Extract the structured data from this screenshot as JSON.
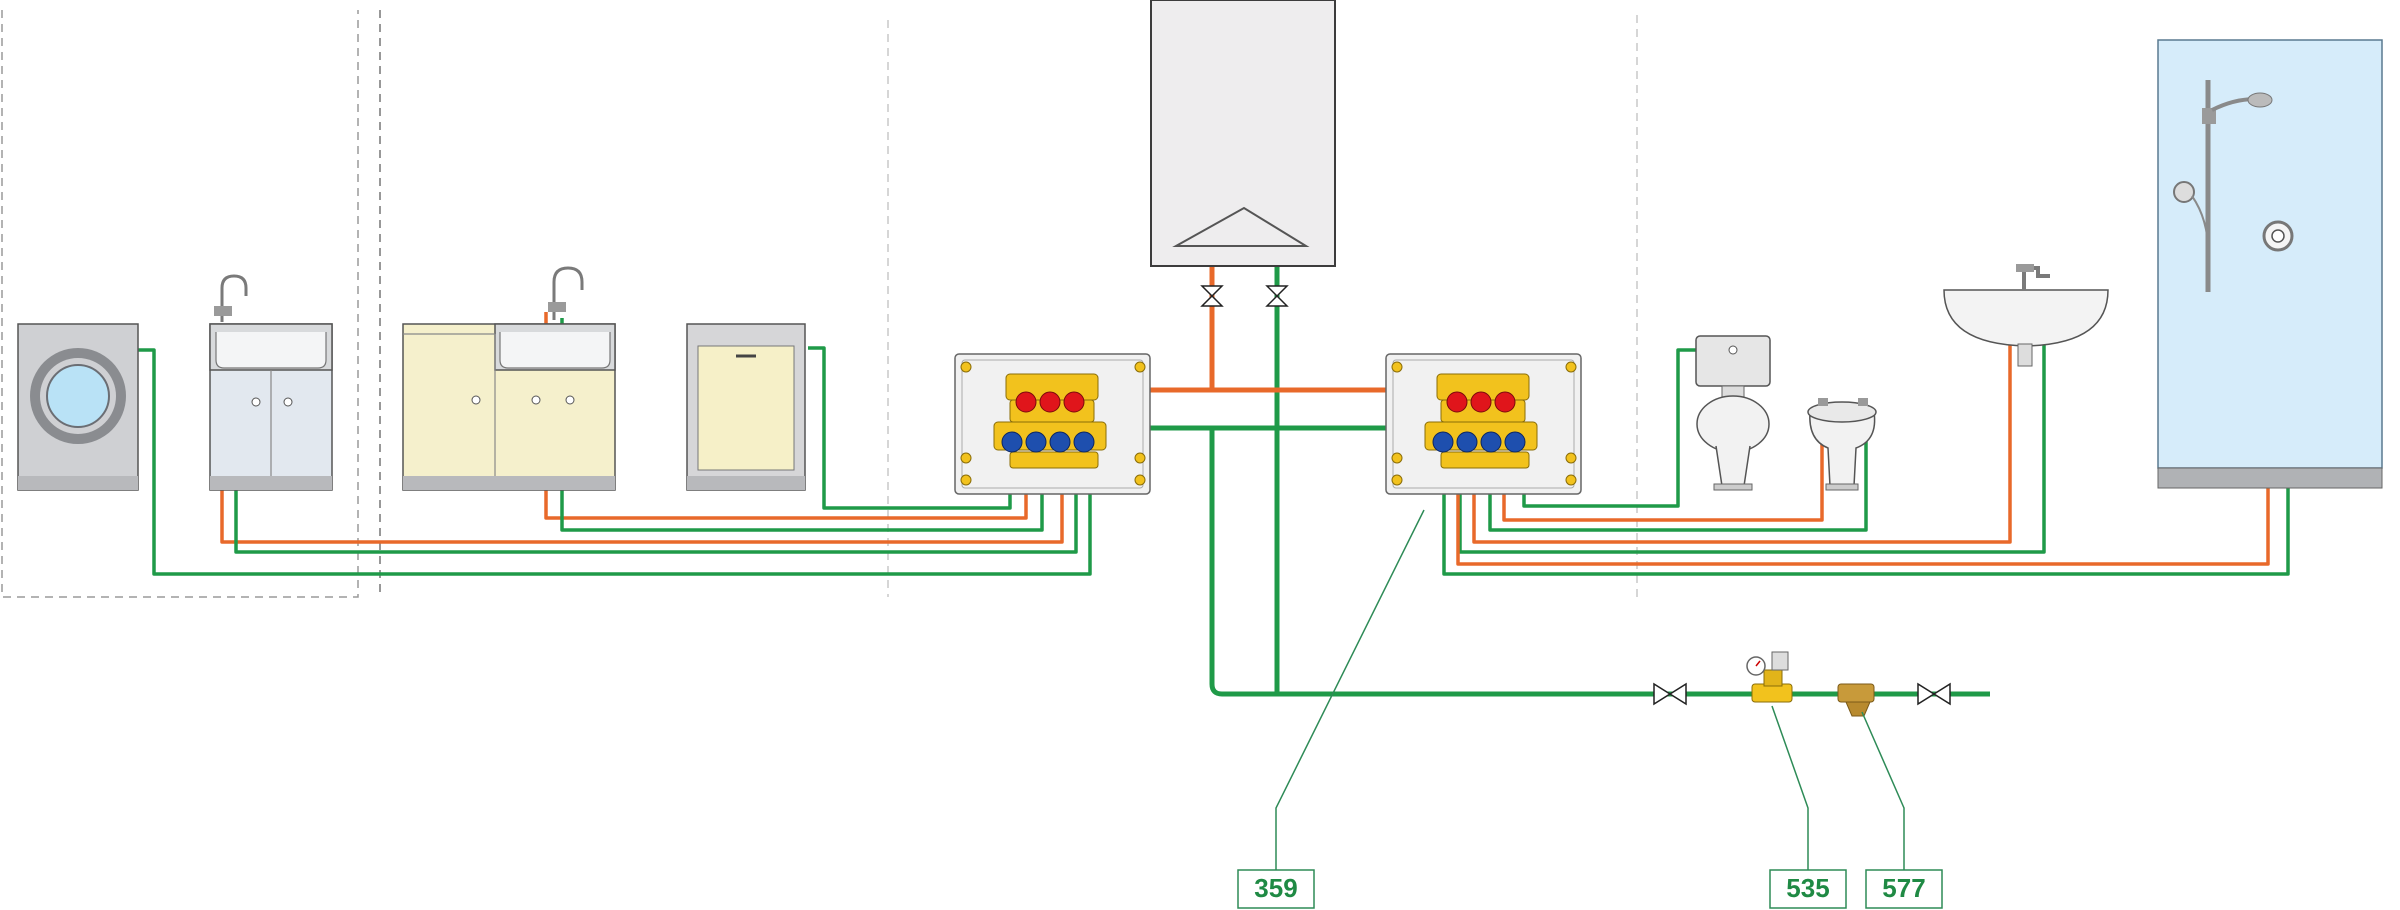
{
  "colors": {
    "hot": "#e8692a",
    "cold": "#1f9a48",
    "leader": "#2e8b57",
    "label_text": "#1f8a44",
    "manifold_red": "#e0151b",
    "manifold_blue": "#1e4fae",
    "brass": "#f2c21d",
    "shower_glass": "#d6ecfa"
  },
  "labels": {
    "manifold_code": "359",
    "valve_code": "535",
    "filter_code": "577"
  },
  "icons": [
    "washing-machine-icon",
    "sink-cabinet-icon",
    "kitchen-cabinet-icon",
    "dishwasher-icon",
    "boiler-icon",
    "manifold-icon",
    "toilet-icon",
    "bidet-icon",
    "washbasin-icon",
    "shower-icon",
    "gate-valve-icon",
    "pressure-reducer-icon",
    "strainer-icon"
  ]
}
